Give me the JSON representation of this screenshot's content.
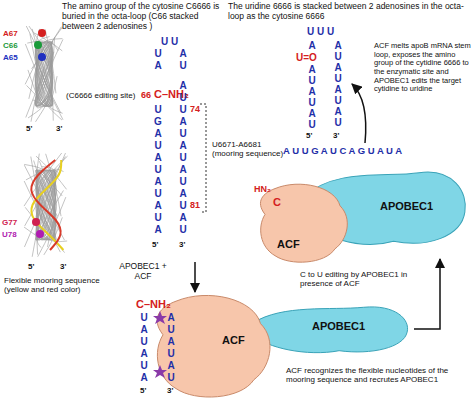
{
  "diagram": {
    "nodes": [
      {
        "text": [
          "ACF"
        ]
      },
      {
        "text": [
          "APOBEC1"
        ]
      },
      {
        "text": [
          "ACF"
        ]
      },
      {
        "text": [
          "APOBEC1"
        ]
      }
    ],
    "edges": [
      {
        "from": 3,
        "to": 1,
        "arrow": "to"
      }
    ],
    "labels": [
      "A67",
      "C66",
      "A65",
      "5'",
      "3'",
      "G77",
      "U78",
      "5'",
      "3'",
      "Flexible mooring sequence (yellow and red color)",
      "(C6666 editing site)",
      "66",
      "C–NH₂",
      "U U",
      "U A",
      "A U",
      "U G A U A U A U A U A",
      "A U U A U A U A U A U A U",
      "74",
      "81",
      "5'",
      "3'",
      "U6671-A6681 (mooring sequence)",
      "APOBEC1 + ACF",
      "C–NH₂",
      "U A U A U A",
      "A U A U A U",
      "5'",
      "3'",
      "ACF recognizes the flexible nucleotides of the mooring sequence and recrutes APOBEC1",
      "A U U G A U C A G U A U A",
      "HN₂",
      "C",
      "C to U editing by APOBEC1 in presence of ACF",
      "The uridine 6666 is stacked between 2 adenosines in the octa-loop as the cytosine 6666",
      "U U U",
      "A",
      "U=O",
      "A U A U A U",
      "A U A U A U A U",
      "5'",
      "3'",
      "ACF melts apoB mRNA stem loop, exposes the amino group of the cytidine 6666 to the enzymatic site and APOBEC1 edits the target cytidine to uridine",
      "The amino group of the cytosine C6666 is buried in the octa-loop (C66 stacked between 2 adenosines )"
    ]
  }
}
